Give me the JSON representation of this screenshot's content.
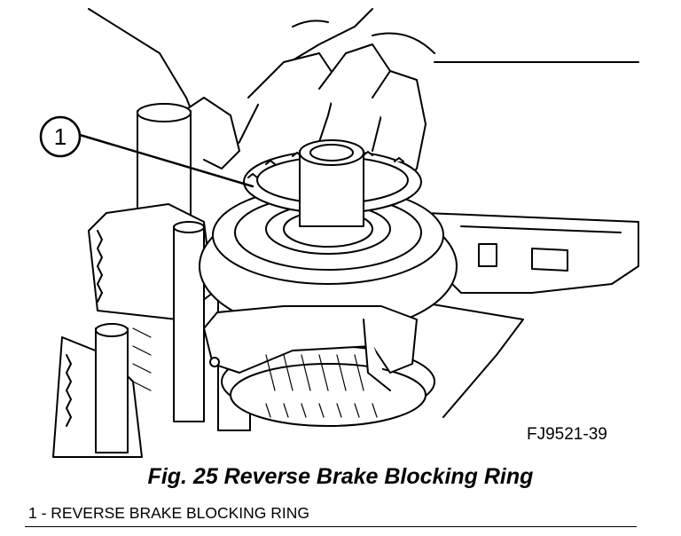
{
  "figure": {
    "callout_number": "1",
    "figure_code": "FJ9521-39",
    "caption": "Fig. 25 Reverse Brake Blocking Ring",
    "legend_items": [
      {
        "number": "1",
        "text": "1 - REVERSE BRAKE BLOCKING RING"
      }
    ]
  }
}
